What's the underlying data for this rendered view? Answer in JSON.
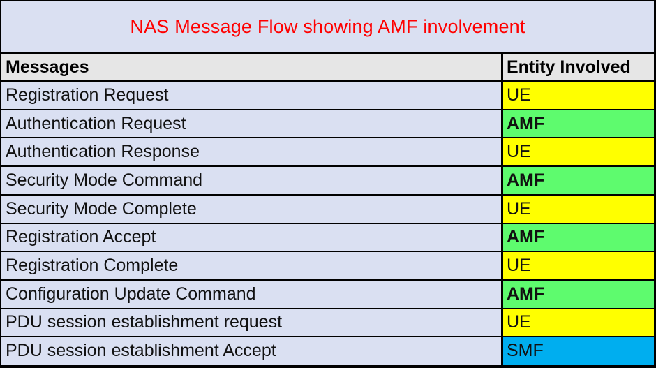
{
  "title": "NAS Message Flow showing AMF involvement",
  "colors": {
    "title_bg": "#dae0f2",
    "title_text": "#ff0000",
    "header_bg": "#e6e6e6",
    "message_cell_bg": "#dae0f2",
    "entity_ue_bg": "#ffff00",
    "entity_amf_bg": "#5efb6e",
    "entity_smf_bg": "#00aeef",
    "border": "#000000"
  },
  "table": {
    "headers": [
      "Messages",
      "Entity Involved"
    ],
    "rows": [
      {
        "message": "Registration Request",
        "entity": "UE",
        "entity_bg": "#ffff00",
        "entity_bold": false
      },
      {
        "message": "Authentication Request",
        "entity": "AMF",
        "entity_bg": "#5efb6e",
        "entity_bold": true
      },
      {
        "message": "Authentication Response",
        "entity": "UE",
        "entity_bg": "#ffff00",
        "entity_bold": false
      },
      {
        "message": "Security Mode Command",
        "entity": "AMF",
        "entity_bg": "#5efb6e",
        "entity_bold": true
      },
      {
        "message": "Security Mode Complete",
        "entity": "UE",
        "entity_bg": "#ffff00",
        "entity_bold": false
      },
      {
        "message": "Registration Accept",
        "entity": "AMF",
        "entity_bg": "#5efb6e",
        "entity_bold": true
      },
      {
        "message": "Registration Complete",
        "entity": "UE",
        "entity_bg": "#ffff00",
        "entity_bold": false
      },
      {
        "message": "Configuration Update Command",
        "entity": "AMF",
        "entity_bg": "#5efb6e",
        "entity_bold": true
      },
      {
        "message": "PDU session establishment request",
        "entity": "UE",
        "entity_bg": "#ffff00",
        "entity_bold": false
      },
      {
        "message": "PDU session establishment Accept",
        "entity": "SMF",
        "entity_bg": "#00aeef",
        "entity_bold": false
      }
    ]
  }
}
